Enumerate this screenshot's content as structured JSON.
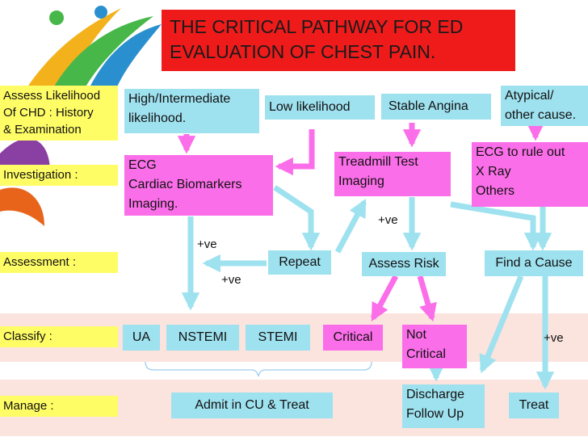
{
  "title": {
    "line1": "THE CRITICAL PATHWAY FOR ED",
    "line2": "EVALUATION OF CHEST PAIN."
  },
  "stage_labels": {
    "assess_line1": "Assess Likelihood",
    "assess_line2": "Of CHD : History",
    "assess_line3": "& Examination",
    "investigation": "Investigation :",
    "assessment": "Assessment :",
    "classify": "Classify :",
    "manage": "Manage :"
  },
  "likelihood": {
    "high_line1": "High/Intermediate",
    "high_line2": "likelihood.",
    "low": "Low likelihood",
    "stable": "Stable Angina",
    "atypical_line1": "Atypical/",
    "atypical_line2": "other cause."
  },
  "investigation": {
    "ecg_line1": "ECG",
    "ecg_line2": "Cardiac Biomarkers",
    "ecg_line3": "Imaging.",
    "treadmill_line1": "Treadmill Test",
    "treadmill_line2": "Imaging",
    "other_line1": "ECG to rule out",
    "other_line2": "X Ray",
    "other_line3": "Others"
  },
  "assessment": {
    "repeat": "Repeat",
    "assess_risk": "Assess Risk",
    "find_cause": "Find a Cause"
  },
  "classify": {
    "ua": "UA",
    "nstemi": "NSTEMI",
    "stemi": "STEMI",
    "critical": "Critical",
    "not_critical_line1": "Not",
    "not_critical_line2": "Critical"
  },
  "manage": {
    "admit": "Admit in CU & Treat",
    "discharge_line1": "Discharge",
    "discharge_line2": "Follow Up",
    "treat": "Treat"
  },
  "positive_labels": {
    "ecg_positive": "+ve",
    "repeat_positive": "+ve",
    "treadmill_positive": "+ve",
    "cause_positive": "+ve"
  },
  "colors": {
    "title_bg": "#ef1b1b",
    "pink": "#fb6ee9",
    "cyan": "#9ee1ef",
    "label_yellow": "#fffd66",
    "band": "#fbe3de"
  }
}
